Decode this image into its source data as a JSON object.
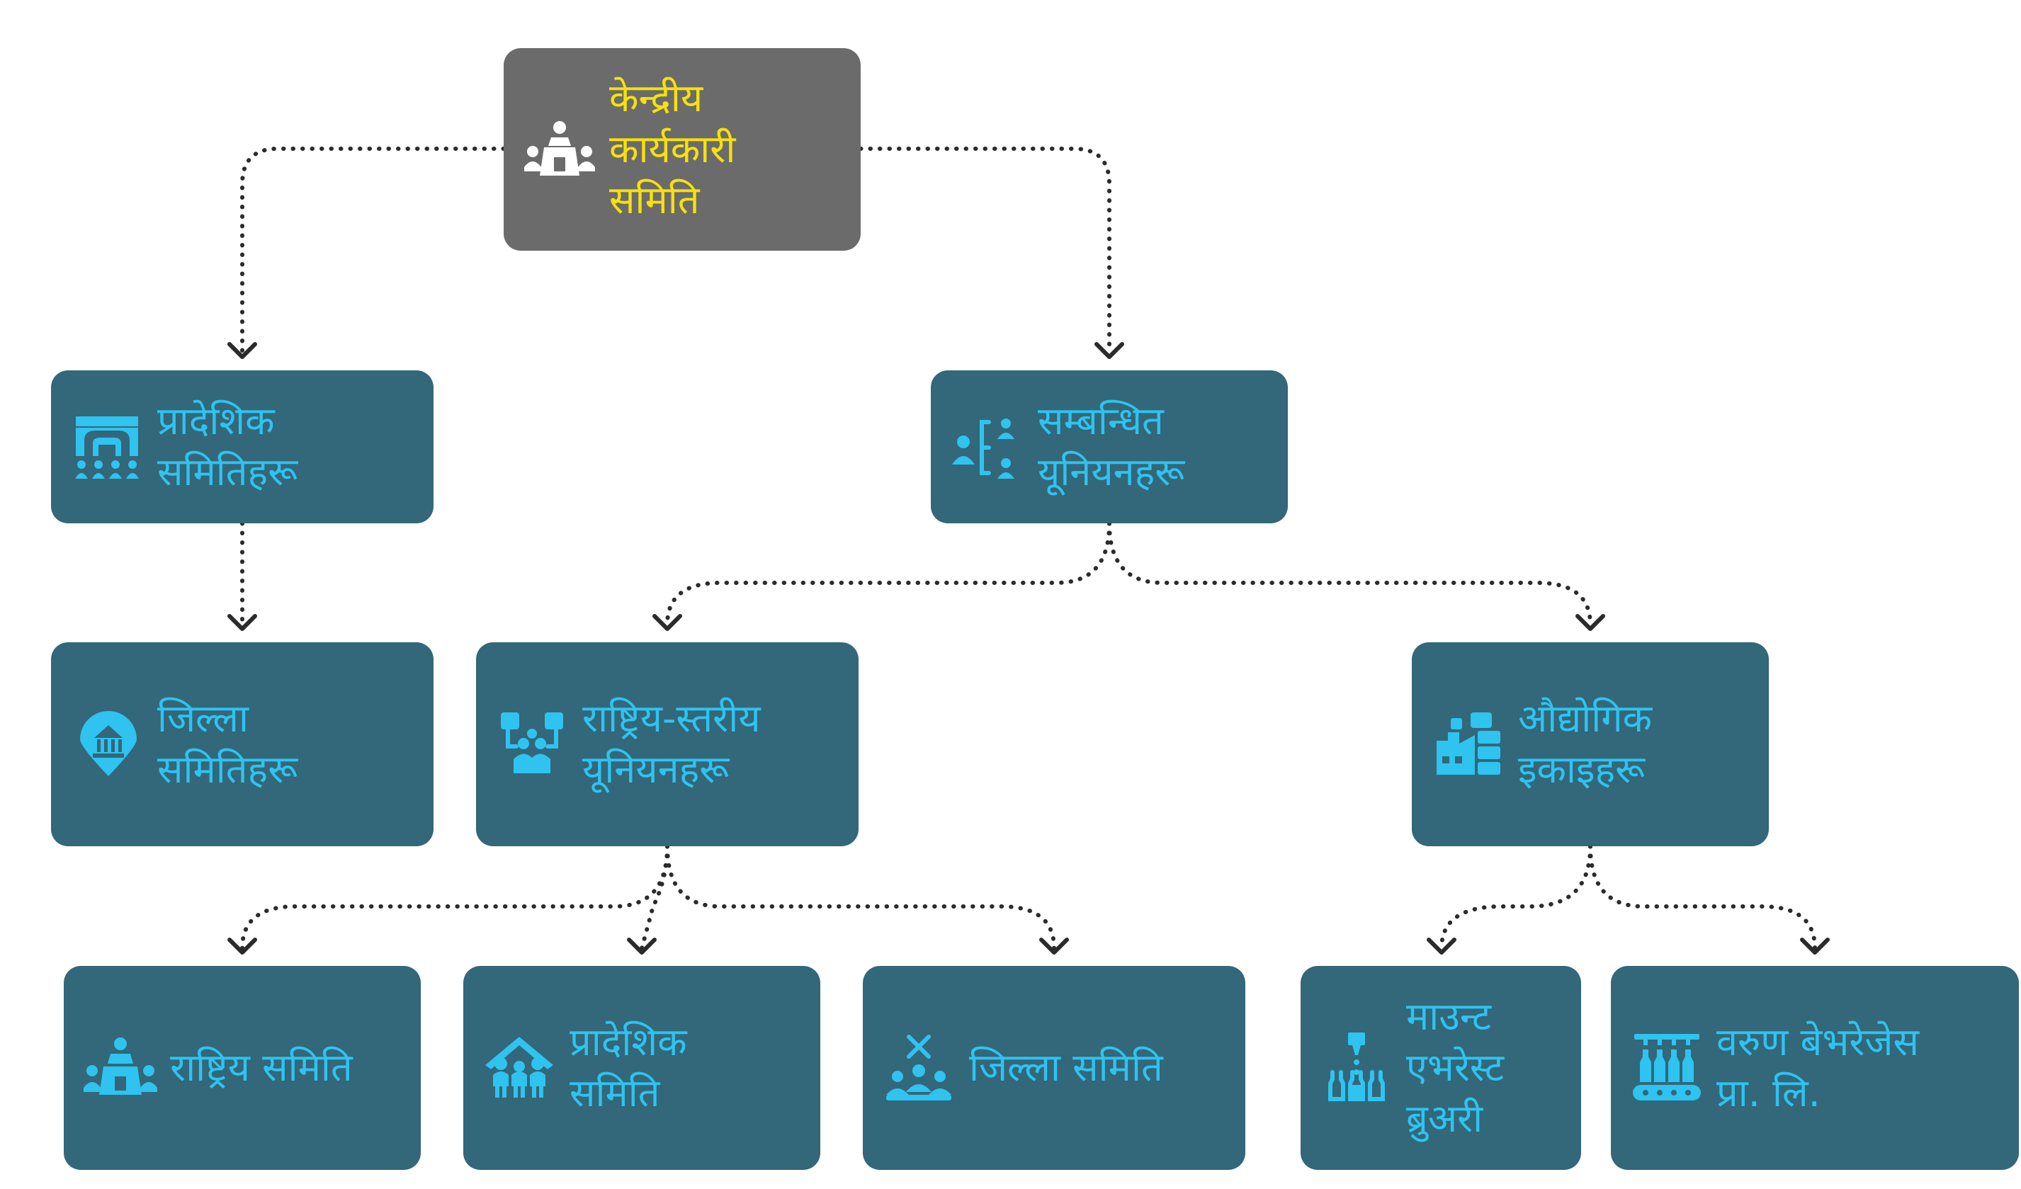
{
  "colors": {
    "node_fill": "#33677a",
    "root_fill": "#6b6b6b",
    "label_color": "#2fc3ef",
    "root_label_color": "#f6e10c",
    "connector_color": "#2b2b2b"
  },
  "nodes": [
    {
      "id": "central",
      "icon": "meeting-people-icon",
      "lines": [
        "केन्द्रीय",
        "कार्यकारी",
        "समिति"
      ]
    },
    {
      "id": "provincial_committees",
      "icon": "building-crowd-icon",
      "lines": [
        "प्रादेशिक",
        "समितिहरू"
      ]
    },
    {
      "id": "affiliated_unions",
      "icon": "org-people-icon",
      "lines": [
        "सम्बन्धित",
        "यूनियनहरू"
      ]
    },
    {
      "id": "district_committees",
      "icon": "location-pin-building-icon",
      "lines": [
        "जिल्ला",
        "समितिहरू"
      ]
    },
    {
      "id": "national_unions",
      "icon": "union-people-icon",
      "lines": [
        "राष्ट्रिय-स्तरीय",
        "यूनियनहरू"
      ]
    },
    {
      "id": "industrial_units",
      "icon": "factory-icon",
      "lines": [
        "औद्योगिक",
        "इकाइहरू"
      ]
    },
    {
      "id": "national_committee",
      "icon": "podium-people-icon",
      "lines": [
        "राष्ट्रिय समिति"
      ]
    },
    {
      "id": "provincial_committee",
      "icon": "house-family-icon",
      "lines": [
        "प्रादेशिक",
        "समिति"
      ]
    },
    {
      "id": "district_committee",
      "icon": "group-cross-icon",
      "lines": [
        "जिल्ला समिति"
      ]
    },
    {
      "id": "mount_everest",
      "icon": "bottling-line-icon",
      "lines": [
        "माउन्ट",
        "एभरेस्ट",
        "ब्रुअरी"
      ]
    },
    {
      "id": "varun_beverages",
      "icon": "bottles-conveyor-icon",
      "lines": [
        "वरुण बेभरेजेस",
        "प्रा. लि."
      ]
    }
  ],
  "edges": [
    [
      "central",
      "provincial_committees"
    ],
    [
      "central",
      "affiliated_unions"
    ],
    [
      "provincial_committees",
      "district_committees"
    ],
    [
      "affiliated_unions",
      "national_unions"
    ],
    [
      "affiliated_unions",
      "industrial_units"
    ],
    [
      "national_unions",
      "national_committee"
    ],
    [
      "national_unions",
      "provincial_committee"
    ],
    [
      "national_unions",
      "district_committee"
    ],
    [
      "industrial_units",
      "mount_everest"
    ],
    [
      "industrial_units",
      "varun_beverages"
    ]
  ]
}
